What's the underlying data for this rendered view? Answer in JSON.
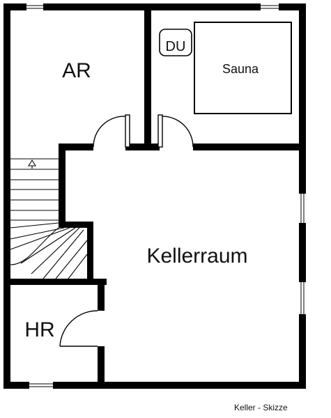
{
  "rooms": {
    "ar": "AR",
    "du": "DU",
    "sauna": "Sauna",
    "kellerraum": "Kellerraum",
    "hr": "HR"
  },
  "caption": "Keller - Skizze",
  "colors": {
    "wall": "#000000",
    "background": "#ffffff"
  }
}
